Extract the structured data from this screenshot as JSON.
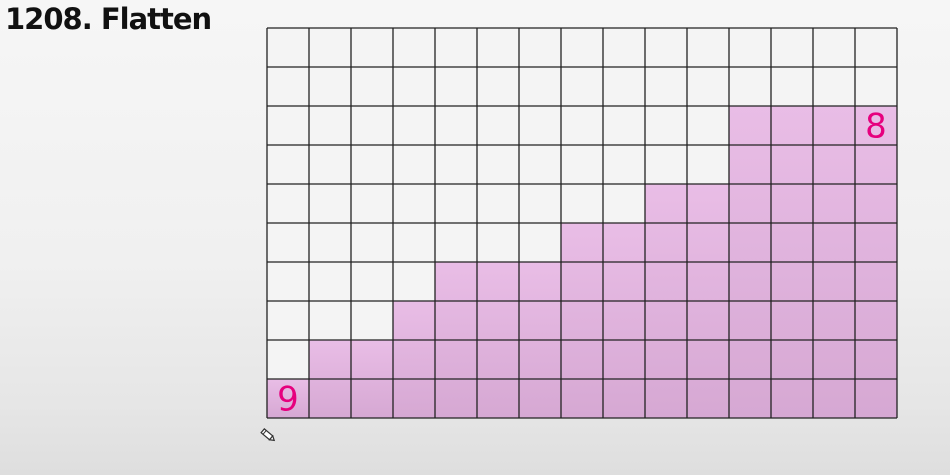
{
  "title": "1208. Flatten",
  "grid": {
    "columns": 15,
    "rows": 10,
    "column_heights": [
      1,
      2,
      2,
      3,
      4,
      4,
      4,
      5,
      5,
      6,
      6,
      8,
      8,
      8,
      8
    ]
  },
  "colors": {
    "fill": "#e9bde6",
    "fill_bottom": "#d6a8d3",
    "grid_line": "#222222",
    "empty_cell": "#f4f4f4",
    "annotation": "#e6007e"
  },
  "annotations": [
    {
      "label": "9",
      "column": 0,
      "row_from_bottom": 1
    },
    {
      "label": "8",
      "column": 14,
      "row_from_bottom": 8
    }
  ],
  "icons": {
    "cursor": "pencil-icon"
  }
}
